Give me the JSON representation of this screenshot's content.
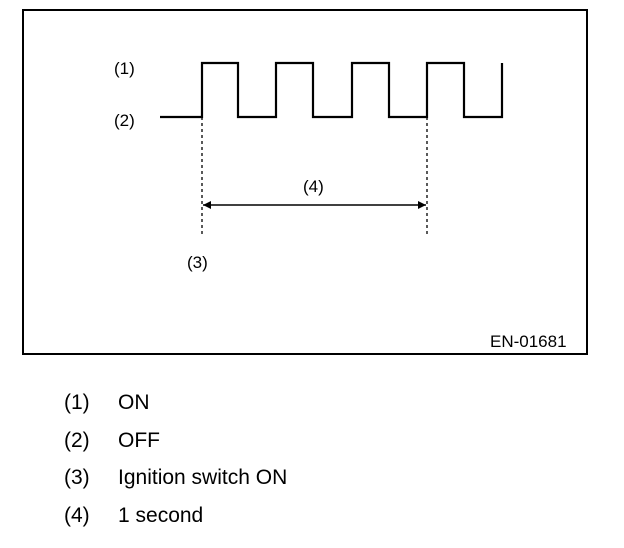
{
  "diagram": {
    "labels": {
      "level_high": "(1)",
      "level_low": "(2)",
      "start_marker": "(3)",
      "interval": "(4)"
    },
    "figure_id": "EN-01681"
  },
  "legend": [
    {
      "key": "(1)",
      "text": "ON"
    },
    {
      "key": "(2)",
      "text": "OFF"
    },
    {
      "key": "(3)",
      "text": "Ignition switch ON"
    },
    {
      "key": "(4)",
      "text": "1 second"
    }
  ],
  "colors": {
    "line": "#000000",
    "background": "#ffffff"
  }
}
